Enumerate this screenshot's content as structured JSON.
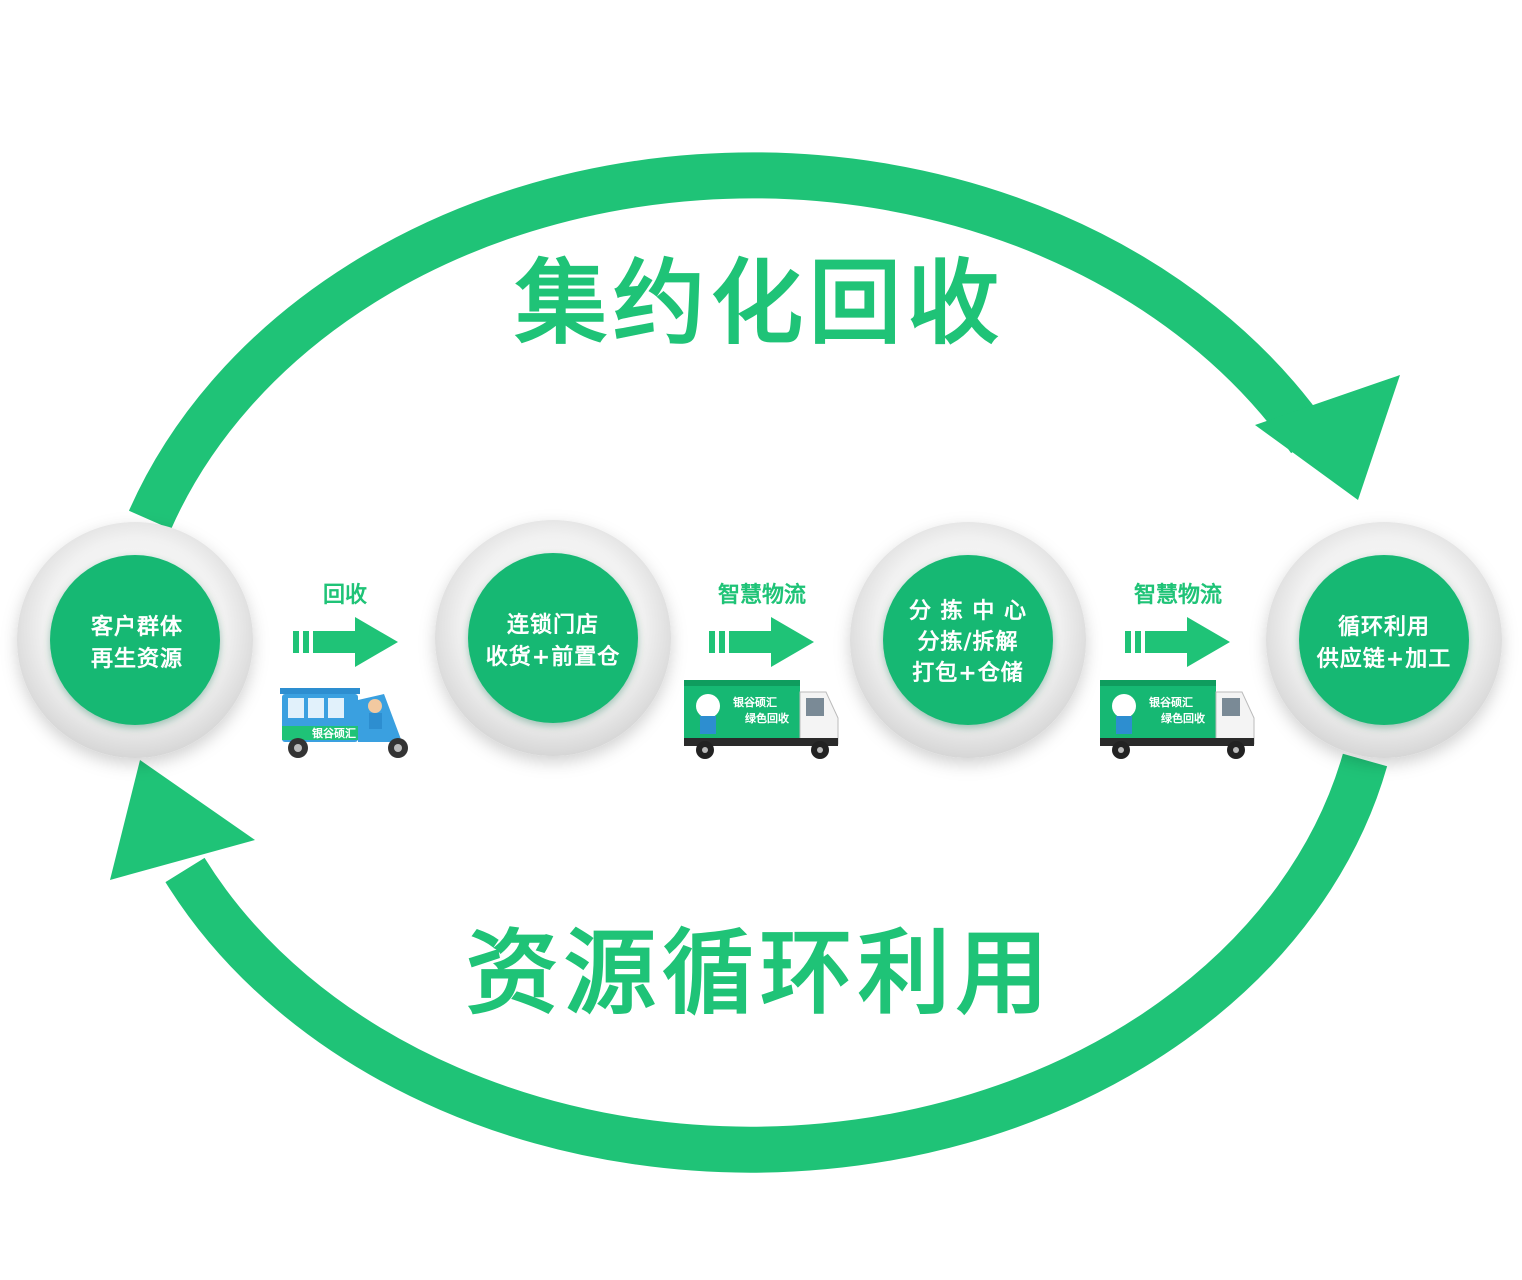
{
  "colors": {
    "accent": "#1fc377",
    "node_fill": "#16b873",
    "ring_light": "#f4f4f4",
    "ring_shadow": "#cfcfcf",
    "vehicle_blue": "#3aa0e0"
  },
  "titles": {
    "top": "集约化回收",
    "bottom": "资源循环利用"
  },
  "nodes": [
    {
      "line1": "客户群体",
      "line2": "再生资源"
    },
    {
      "line1": "连锁门店",
      "line2": "收货+前置仓"
    },
    {
      "line1": "分 拣 中 心",
      "line2": "分拣/拆解",
      "line3": "打包+仓储"
    },
    {
      "line1": "循环利用",
      "line2": "供应链+加工"
    }
  ],
  "steps": [
    {
      "label": "回收",
      "vehicle": "tricycle-icon"
    },
    {
      "label": "智慧物流",
      "vehicle": "truck-icon"
    },
    {
      "label": "智慧物流",
      "vehicle": "truck-icon"
    }
  ],
  "vehicle_branding": {
    "line1": "银谷硕汇",
    "line2": "绿色回收"
  }
}
